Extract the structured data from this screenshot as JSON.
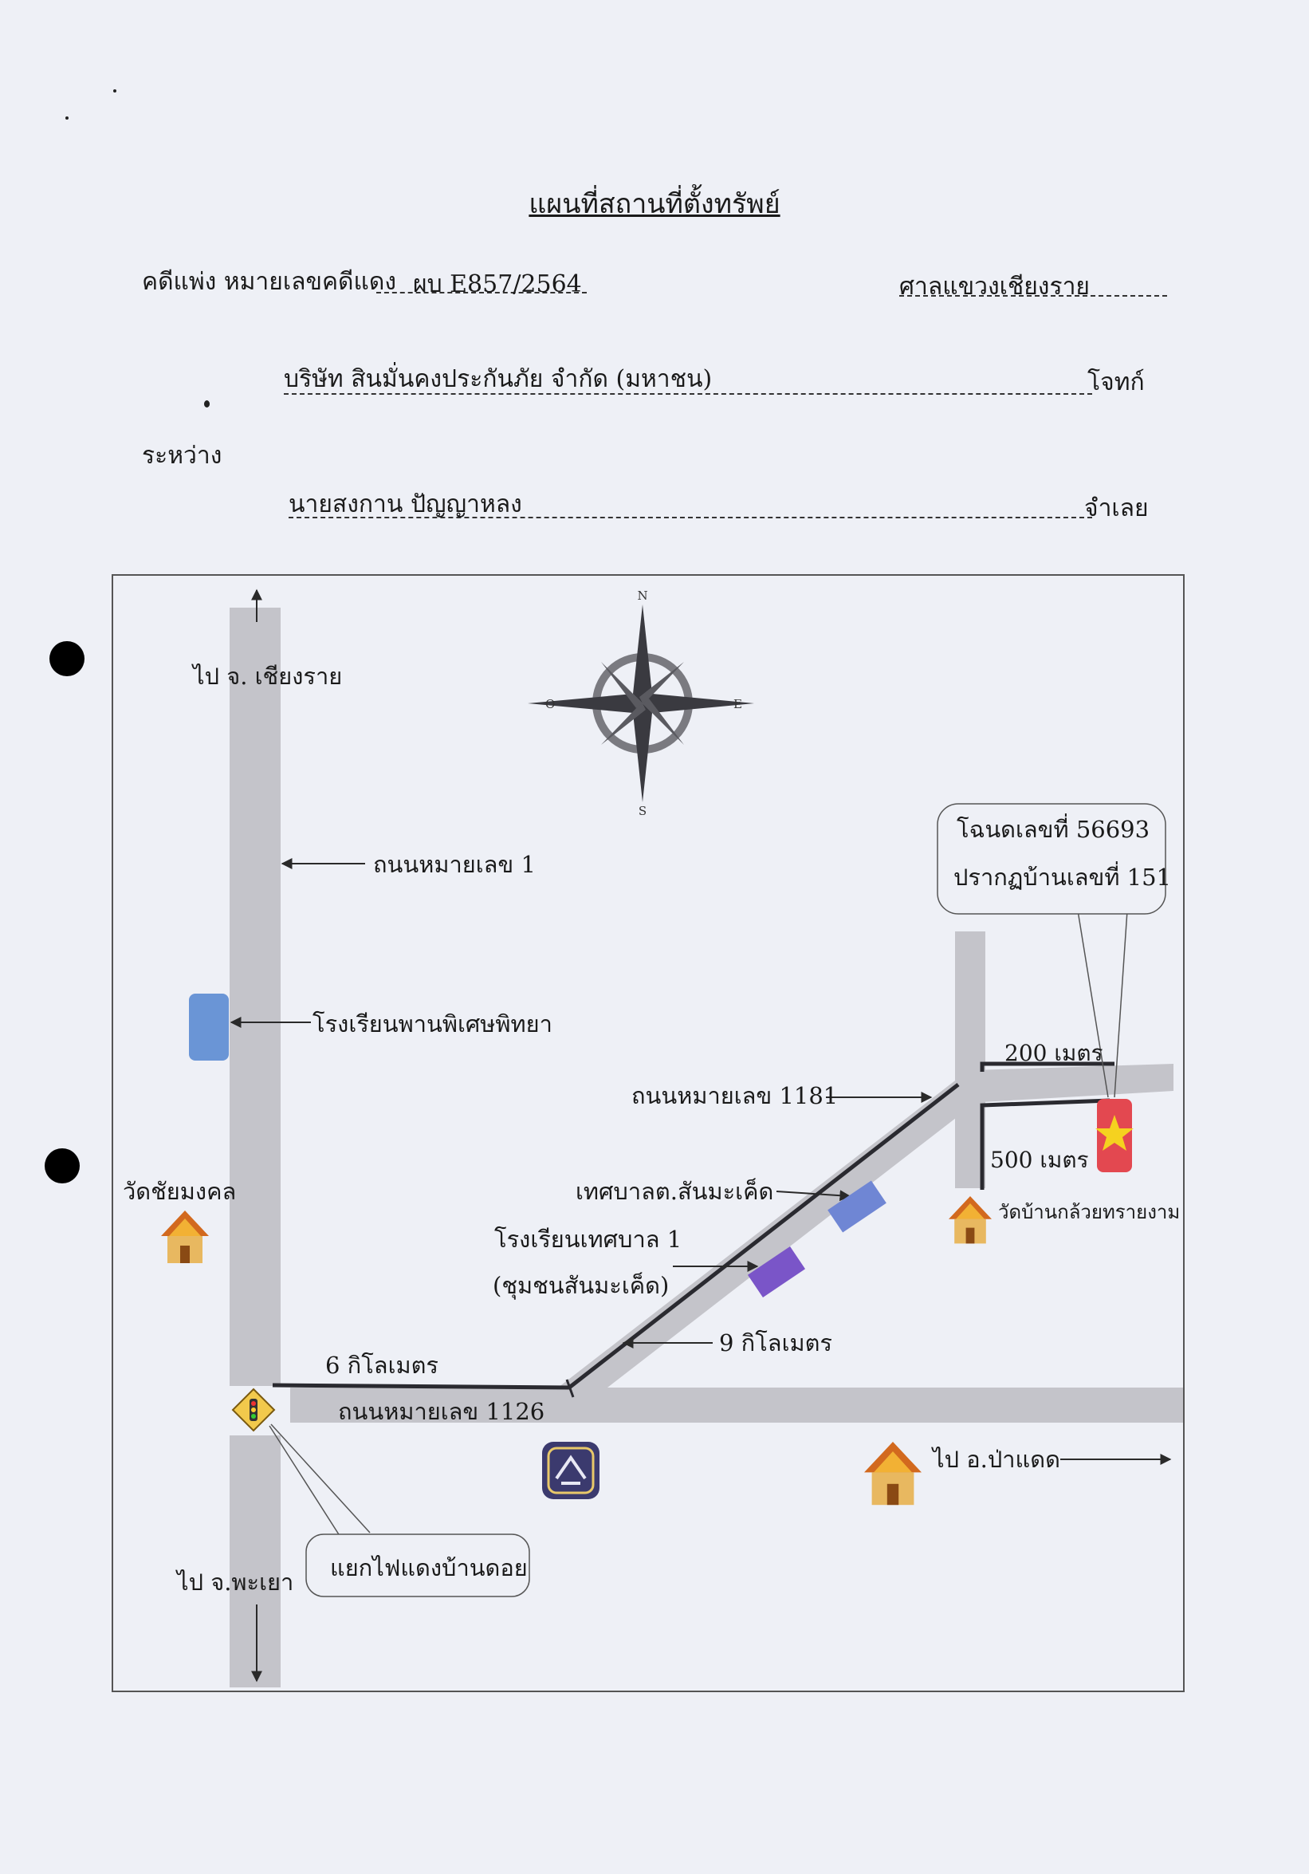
{
  "header": {
    "title": "แผนที่สถานที่ตั้งทรัพย์",
    "case_label": "คดีแพ่ง หมายเลขคดีแดง",
    "case_number": "ผบ E857/2564",
    "court": "ศาลแขวงเชียงราย",
    "plaintiff_name": "บริษัท สินมั่นคงประกันภัย จำกัด (มหาชน)",
    "plaintiff_role": "โจทก์",
    "between_label": "ระหว่าง",
    "defendant_name": "นายสงกาน ปัญญาหลง",
    "defendant_role": "จำเลย"
  },
  "map": {
    "compass": {
      "north": "N",
      "south": "S",
      "east": "E",
      "west": "O"
    },
    "labels": {
      "to_chiangrai": "ไป จ. เชียงราย",
      "road_1": "ถนนหมายเลข 1",
      "school_panphiset": "โรงเรียนพานพิเศษพิทยา",
      "wat_chaimongkhon": "วัดชัยมงคล",
      "distance_6km": "6 กิโลเมตร",
      "road_1126": "ถนนหมายเลข 1126",
      "junction_name": "แยกไฟแดงบ้านดอย",
      "to_phayao": "ไป จ.พะเยา",
      "road_1181": "ถนนหมายเลข 1181",
      "municipality": "เทศบาลต.สันมะเค็ด",
      "school_line1": "โรงเรียนเทศบาล 1",
      "school_line2": "(ชุมชนสันมะเค็ด)",
      "distance_9km": "9 กิโลเมตร",
      "to_padaet": "ไป อ.ป่าแดด",
      "callout_line1": "โฉนดเลขที่ 56693",
      "callout_line2": "ปรากฏบ้านเลขที่ 151",
      "distance_200m": "200 เมตร",
      "distance_500m": "500 เมตร",
      "wat_bankluai": "วัดบ้านกล้วยทรายงาม"
    },
    "colors": {
      "road": "#c4c4ca",
      "route_line": "#2a2a30",
      "school_panphiset": "#6a95d6",
      "municipality": "#6f86d4",
      "school_tessaban": "#7a55c8",
      "property": "#e34850",
      "star": "#f5d21f",
      "temple_roof": "#d2691e",
      "traffic_sign": "#f2c94c"
    },
    "icons": [
      "compass-rose-icon",
      "temple-icon",
      "traffic-light-sign-icon",
      "land-office-logo-icon",
      "star-icon"
    ]
  }
}
